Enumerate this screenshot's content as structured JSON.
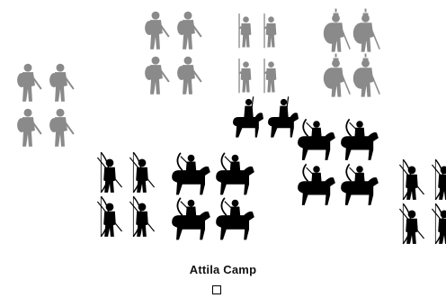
{
  "map": {
    "camp_label": "Attila Camp"
  },
  "colors": {
    "enemy": "#8a8a8a",
    "friendly": "#000000",
    "background": "#ffffff"
  },
  "units": [
    {
      "id": "grey-infantry-left",
      "type": "infantry-sword",
      "side": "enemy",
      "icon": "infantry-unit-icon"
    },
    {
      "id": "grey-infantry-upper",
      "type": "infantry-sword",
      "side": "enemy",
      "icon": "infantry-unit-icon"
    },
    {
      "id": "grey-spearmen",
      "type": "spearmen",
      "side": "enemy",
      "icon": "spearmen-unit-icon"
    },
    {
      "id": "grey-shield-infantry",
      "type": "infantry-shield",
      "side": "enemy",
      "icon": "shield-infantry-unit-icon"
    },
    {
      "id": "black-light-cavalry",
      "type": "light-cavalry",
      "side": "friendly",
      "icon": "cavalry-unit-icon"
    },
    {
      "id": "black-horse-archers-right",
      "type": "horse-archers",
      "side": "friendly",
      "icon": "horse-archer-unit-icon"
    },
    {
      "id": "black-archers-left",
      "type": "archers",
      "side": "friendly",
      "icon": "archer-unit-icon"
    },
    {
      "id": "black-horse-archers-center",
      "type": "horse-archers",
      "side": "friendly",
      "icon": "horse-archer-unit-icon"
    },
    {
      "id": "black-archers-right-edge",
      "type": "archers",
      "side": "friendly",
      "icon": "archer-unit-icon"
    }
  ]
}
